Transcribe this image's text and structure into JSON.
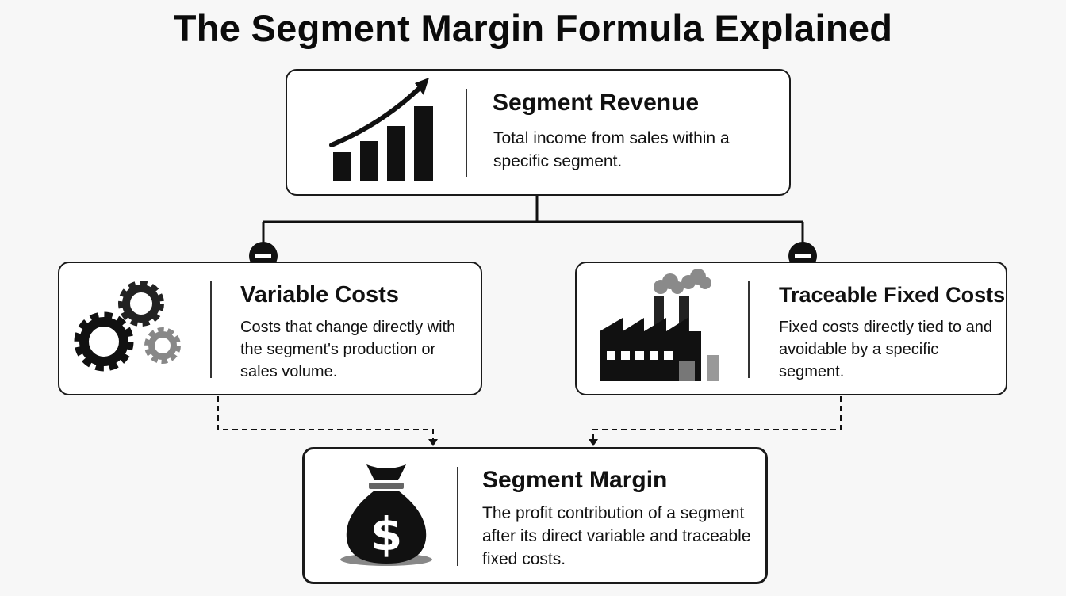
{
  "title": "The Segment Margin Formula Explained",
  "nodes": {
    "revenue": {
      "heading": "Segment Revenue",
      "description": "Total income from sales within a specific segment.",
      "icon": "bar-chart-growth-icon"
    },
    "variable": {
      "heading": "Variable Costs",
      "description": "Costs that change directly with the segment's production or sales volume.",
      "icon": "gears-icon"
    },
    "fixed": {
      "heading": "Traceable Fixed Costs",
      "description": "Fixed costs directly tied to and avoidable by a specific segment.",
      "icon": "factory-icon"
    },
    "margin": {
      "heading": "Segment Margin",
      "description": "The profit contribution of a segment after its direct variable and traceable fixed costs.",
      "icon": "money-bag-icon"
    }
  },
  "operators": [
    "minus",
    "minus"
  ],
  "colors": {
    "ink": "#111111",
    "box_border": "#1a1a1a",
    "icon_gray": "#555555",
    "icon_light": "#8a8a8a"
  }
}
